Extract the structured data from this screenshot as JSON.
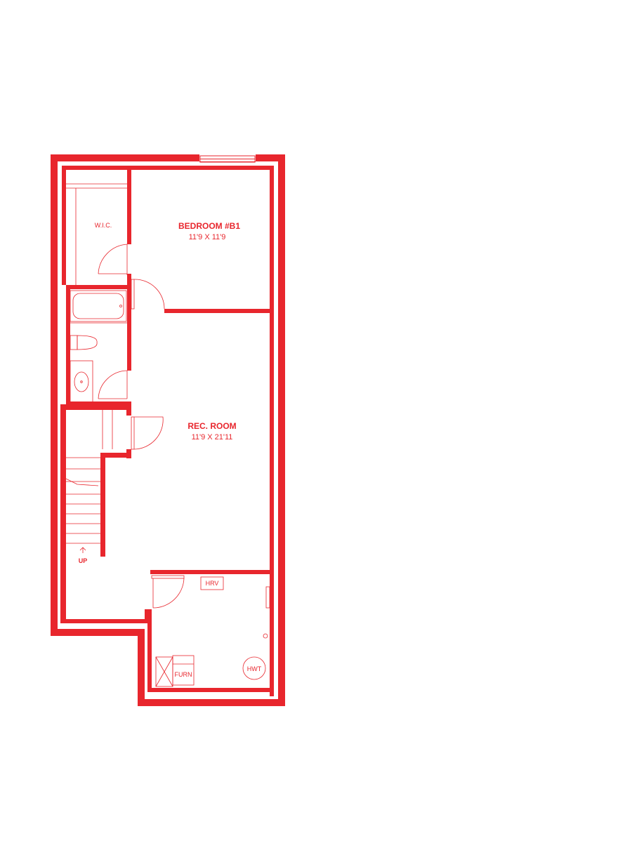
{
  "colors": {
    "wall": "#e8262d",
    "fixture": "#e8262d",
    "text": "#e8262d",
    "background": "#ffffff"
  },
  "rooms": {
    "wic": {
      "label": "W.I.C."
    },
    "bedroom": {
      "label": "BEDROOM #B1",
      "dims": "11'9 X 11'9"
    },
    "rec_room": {
      "label": "REC. ROOM",
      "dims": "11'9 X 21'11"
    }
  },
  "stairs": {
    "label": "UP"
  },
  "fixtures": {
    "hrv": "HRV",
    "furnace": "FURN",
    "hwt": "HWT"
  }
}
